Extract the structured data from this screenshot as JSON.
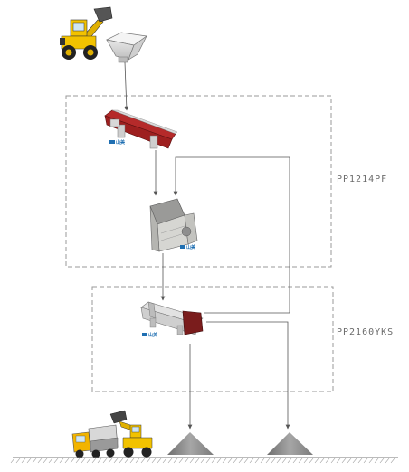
{
  "diagram": {
    "title": "",
    "stages": [
      {
        "id": "feed",
        "equipment": [
          "wheel-loader",
          "feed-hopper"
        ]
      },
      {
        "id": "stage1",
        "model": "PP1214PF",
        "equipment": [
          "vibrating-feeder",
          "impact-crusher"
        ]
      },
      {
        "id": "stage2",
        "model": "PP2160YKS",
        "equipment": [
          "vibrating-screen"
        ]
      },
      {
        "id": "output",
        "equipment": [
          "dump-truck",
          "wheel-loader",
          "stockpile",
          "stockpile"
        ]
      }
    ],
    "brand_mark": "山美",
    "colors": {
      "dashed_box": "#9a9a9a",
      "flow_line": "#555555",
      "loader_body": "#f2c200",
      "truck_cab": "#f2b400",
      "feeder_red": "#9e1f1f",
      "machine_grey": "#d6d6d2",
      "stockpile": "#8c8c8c",
      "brand_blue": "#1f6fb2"
    }
  }
}
